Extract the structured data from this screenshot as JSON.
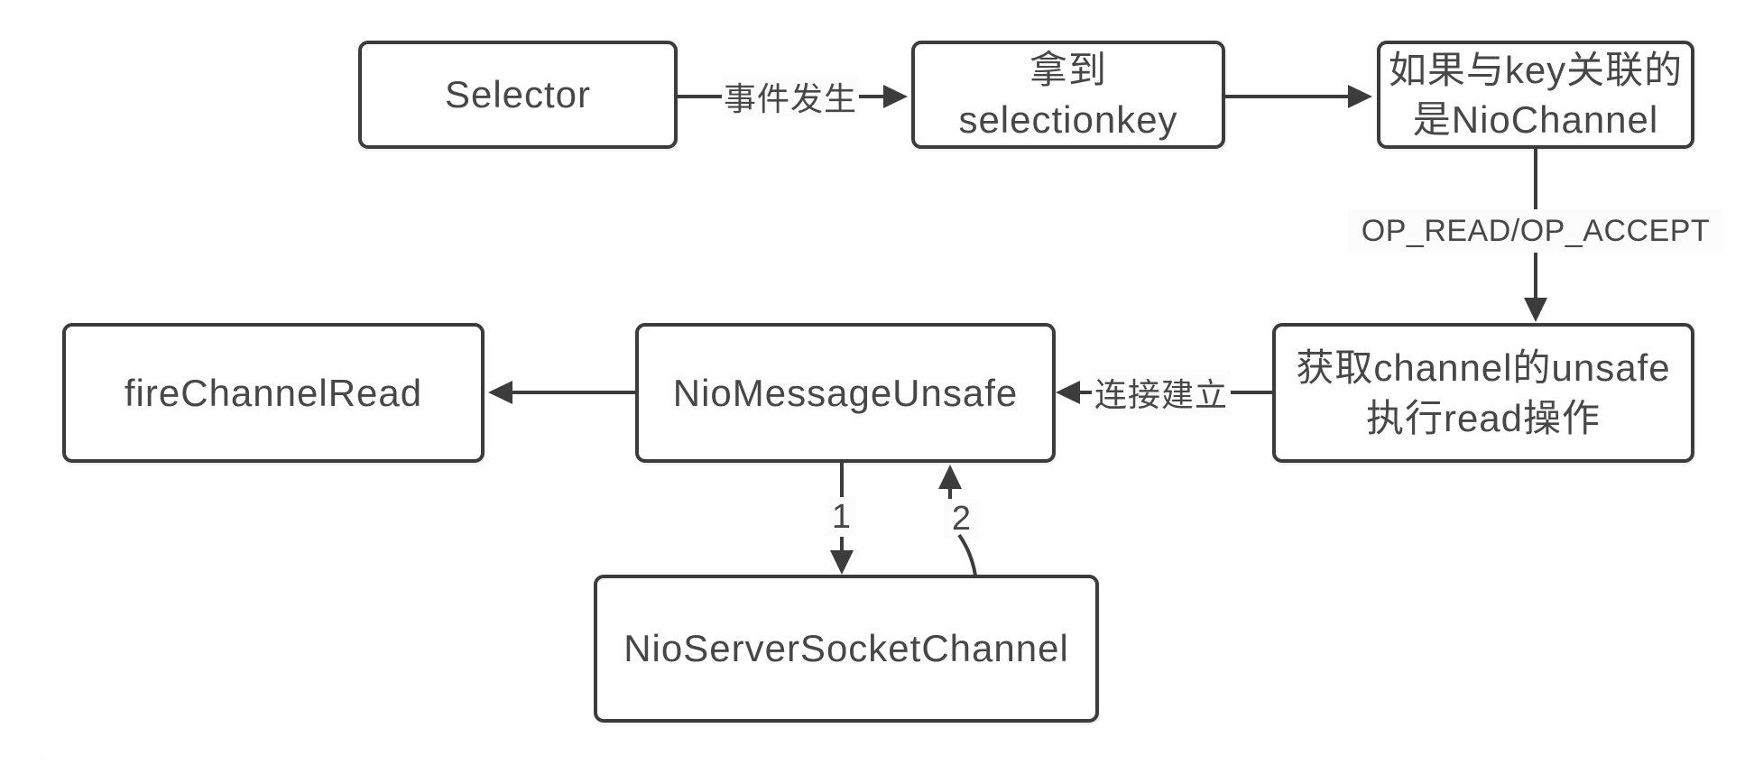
{
  "diagram": {
    "background_color": "#fcfcfc",
    "line_color": "#3c3c3c",
    "text_color": "#474747",
    "nodes": {
      "selector": "Selector",
      "get_selectionkey": "拿到\nselectionkey",
      "niochannel_check": "如果与key关联的\n是NioChannel",
      "get_unsafe_read": "获取channel的unsafe\n执行read操作",
      "nio_message_unsafe": "NioMessageUnsafe",
      "fire_channel_read": "fireChannelRead",
      "nio_server_socket_channel": "NioServerSocketChannel"
    },
    "edge_labels": {
      "event_occurs": "事件发生",
      "op_read_accept": "OP_READ/OP_ACCEPT",
      "connection_established": "连接建立",
      "step_1": "1",
      "step_2": "2"
    }
  }
}
